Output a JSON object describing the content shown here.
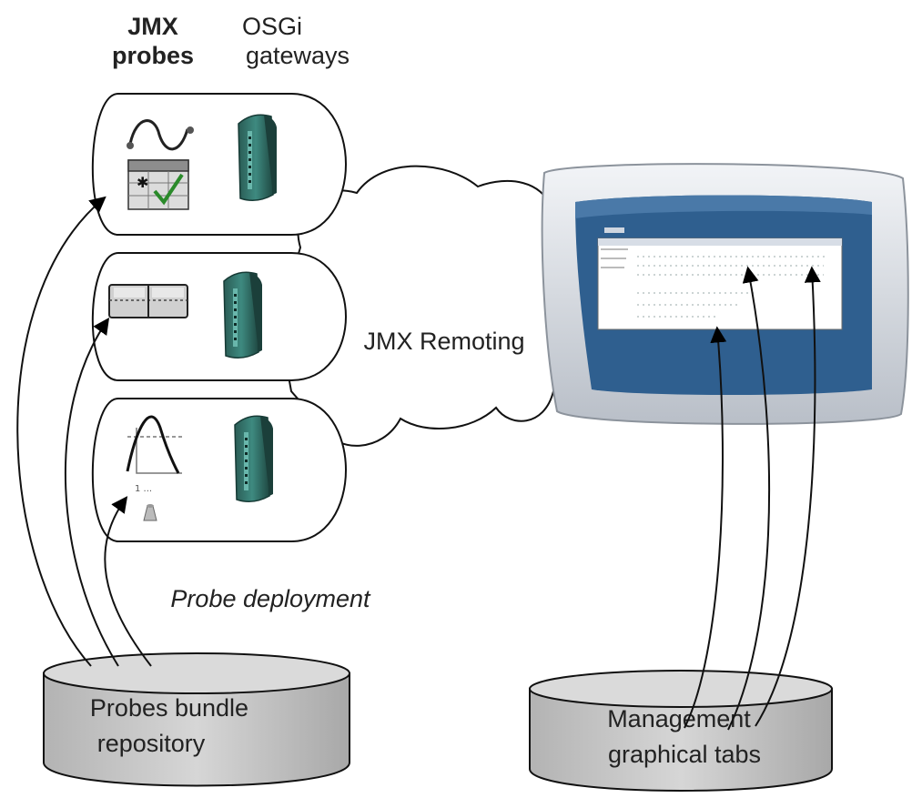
{
  "header": {
    "jmx_line1": "JMX",
    "jmx_line2": "probes",
    "osgi_line1": "OSGi",
    "osgi_line2": "gateways"
  },
  "cloud": {
    "label": "JMX Remoting"
  },
  "deployment": {
    "label": "Probe deployment"
  },
  "repositories": {
    "probes": {
      "line1": "Probes bundle",
      "line2": "repository"
    },
    "management": {
      "line1": "Management",
      "line2": "graphical tabs"
    }
  },
  "gateways": [
    {
      "probe_icon": "sine-wave-and-calendar-check-icon"
    },
    {
      "probe_icon": "table-grid-icon"
    },
    {
      "probe_icon": "bell-curve-plot-icon"
    }
  ],
  "icons": {
    "gateway": "osgi-gateway-box-icon",
    "monitor": "monitor-icon"
  },
  "colors": {
    "stroke": "#111111",
    "gateway_body": "#2f6f66",
    "cylinder_fill": "#c9c9c9",
    "screen_blue": "#2f5f8f",
    "monitor_frame": "#dde2e8"
  }
}
